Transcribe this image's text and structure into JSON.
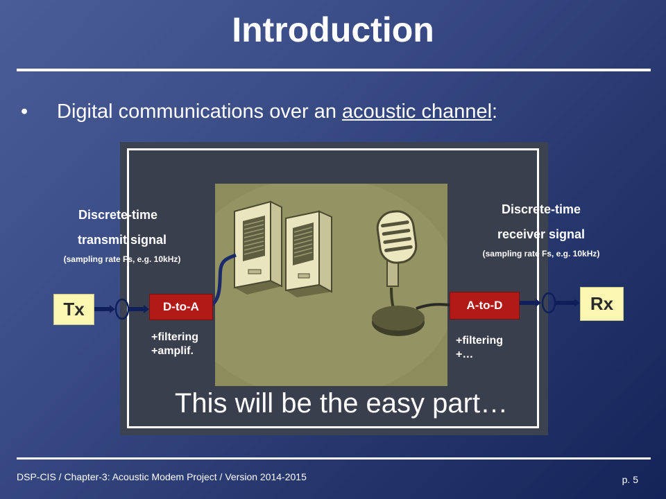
{
  "slide": {
    "title": "Introduction",
    "bullet": {
      "dot": "•",
      "text_before": "Digital communications over an ",
      "link_text": "acoustic channel",
      "text_after": ":"
    },
    "diagram": {
      "tx_label": "Tx",
      "rx_label": "Rx",
      "dac_label": "D-to-A",
      "adc_label": "A-to-D",
      "transmit_line1": "Discrete-time",
      "transmit_line2": "transmit signal",
      "transmit_line3": "(sampling rate Fs, e.g. 10kHz)",
      "receive_line1": "Discrete-time",
      "receive_line2": "receiver signal",
      "receive_line3": "(sampling rate Fs, e.g. 10kHz)",
      "dac_note1": "+filtering",
      "dac_note2": "+amplif.",
      "adc_note1": "+filtering",
      "adc_note2": "+…"
    },
    "caption": "This will be the easy part…",
    "footer": "DSP-CIS  /  Chapter-3: Acoustic Modem Project  /  Version 2014-2015",
    "page_number": "p. 5"
  },
  "colors": {
    "converter_red": "#b11a16",
    "terminal_yellow": "#fbf7b3",
    "connector_blue": "#0e1f5a"
  }
}
